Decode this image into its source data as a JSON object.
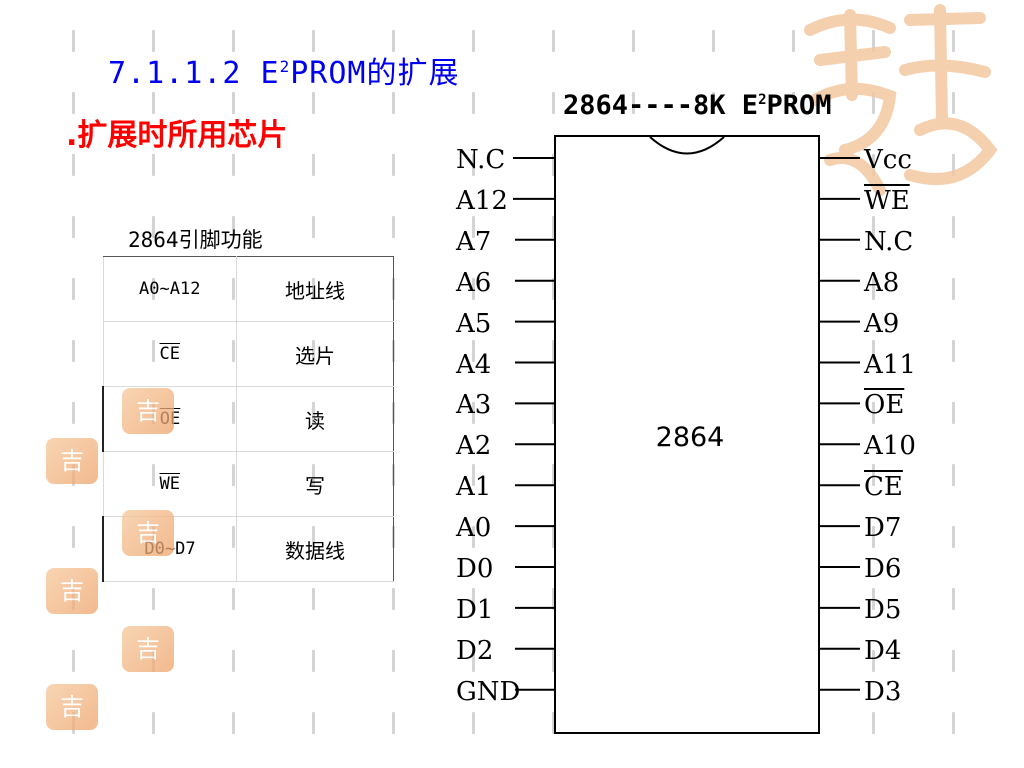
{
  "heading": {
    "prefix": "7.1.1.2  E",
    "sup": "2",
    "suffix": "PROM的扩展"
  },
  "subheading": ".扩展时所用芯片",
  "chip_title": {
    "prefix": "2864----8K E",
    "sup": "2",
    "suffix": "PROM"
  },
  "table": {
    "caption": "2864引脚功能",
    "rows": [
      {
        "signal": "A0~A12",
        "function": "地址线"
      },
      {
        "signal": "CE",
        "function": "选片"
      },
      {
        "signal": "OE",
        "function": "读"
      },
      {
        "signal": "WE",
        "function": "写"
      },
      {
        "signal": "D0~D7",
        "function": "数据线"
      }
    ]
  },
  "chip": {
    "label": "2864",
    "left_pins": [
      "N.C",
      "A12",
      "A7",
      "A6",
      "A5",
      "A4",
      "A3",
      "A2",
      "A1",
      "A0",
      "D0",
      "D1",
      "D2",
      "GND"
    ],
    "right_pins": [
      "Vcc",
      "WE",
      "N.C",
      "A8",
      "A9",
      "A11",
      "OE",
      "A10",
      "CE",
      "D7",
      "D6",
      "D5",
      "D4",
      "D3"
    ]
  },
  "decor": {
    "seal_char": "吉",
    "accent": "#f0a868"
  }
}
